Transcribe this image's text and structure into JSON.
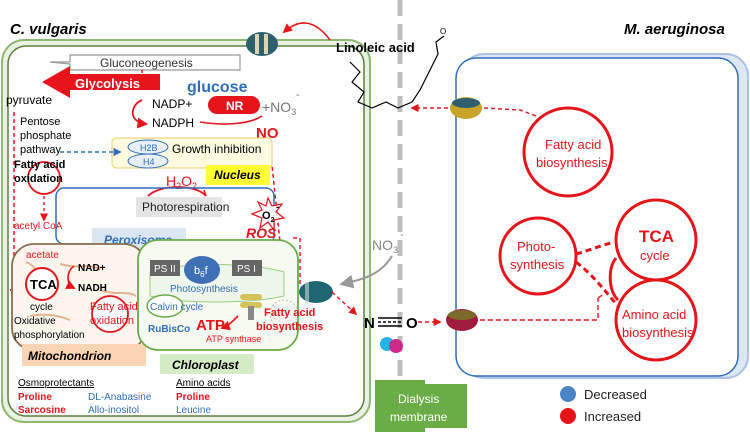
{
  "titles": {
    "left": "C. vulgaris",
    "right": "M. aeruginosa"
  },
  "top": {
    "linoleic_acid": "Linoleic acid",
    "gluconeogenesis": "Gluconeogenesis",
    "glycolysis": "Glycolysis",
    "glucose": "glucose",
    "pyruvate": "pyruvate",
    "nadp_plus": "NADP+",
    "nadph": "NADPH",
    "nr": "NR",
    "no3_top": "+NO",
    "no3_top_sub": "3",
    "no3_top_sup": "-",
    "no": "NO",
    "pentose_phosphate": [
      "Pentose",
      "phosphate",
      "pathway"
    ]
  },
  "cell": {
    "h2b": "H2B",
    "h4": "H4",
    "growth_inhibition": "Growth inhibition",
    "fatty_acid_oxidation_1": "Fatty acid",
    "fatty_acid_oxidation_2": "oxidation",
    "nucleus": "Nucleus",
    "h2o2": "H",
    "h2o2_2": "2",
    "h2o2_o": "O",
    "h2o2_3": "2",
    "photorespiration": "Photorespiration",
    "o2": "O",
    "o2_sub": "2",
    "o2_sup": "-",
    "acetyl_coa": "acetyl CoA",
    "ros": "ROS",
    "peroxisome": "Peroxisome",
    "no3_mid": "NO",
    "no3_mid_sub": "3",
    "no3_mid_sup": "-"
  },
  "mitochondrion": {
    "acetate": "acetate",
    "tca": "TCA",
    "cycle": "cycle",
    "nad_plus": "NAD+",
    "nadh": "NADH",
    "fao_1": "Fatty acid",
    "fao_2": "oxidation",
    "oxphos_1": "Oxidative",
    "oxphos_2": "phosphorylation",
    "label": "Mitochondrion"
  },
  "chloroplast": {
    "ps2": "PS II",
    "b6f": "b",
    "b6f_sub": "6",
    "b6f_f": "f",
    "ps1": "PS I",
    "photosynthesis": "Photosynthesis",
    "calvin": "Calvin cycle",
    "rubisco": "RuBisCo",
    "atp": "ATP",
    "atp_synthase": "ATP synthase",
    "label": "Chloroplast",
    "fab_1": "Fatty acid",
    "fab_2": "biosynthesis"
  },
  "metabolites": {
    "osmoprotectants": "Osmoprotectants",
    "proline": "Proline",
    "sarcosine": "Sarcosine",
    "dl_anabasine": "DL-Anabasine",
    "allo_inositol": "Allo-inositol",
    "amino_acids": "Amino acids",
    "aa_proline": "Proline",
    "aa_leucine": "Leucine"
  },
  "center": {
    "n": "N",
    "o": "O",
    "dialysis_1": "Dialysis",
    "dialysis_2": "membrane"
  },
  "right": {
    "fatty_acid_1": "Fatty acid",
    "fatty_acid_2": "biosynthesis",
    "photo_1": "Photo-",
    "photo_2": "synthesis",
    "tca_1": "TCA",
    "tca_2": "cycle",
    "amino_1": "Amino acid",
    "amino_2": "biosynthesis"
  },
  "legend": {
    "decreased": "Decreased",
    "increased": "Increased"
  },
  "colors": {
    "red": "#e8141b",
    "blue": "#2f6fba",
    "green_membrane": "#8fb872",
    "blue_membrane": "#aec2e6",
    "dialysis_green": "#6aac46",
    "dot_blue": "#4a86c6",
    "dot_red": "#e8141b"
  }
}
